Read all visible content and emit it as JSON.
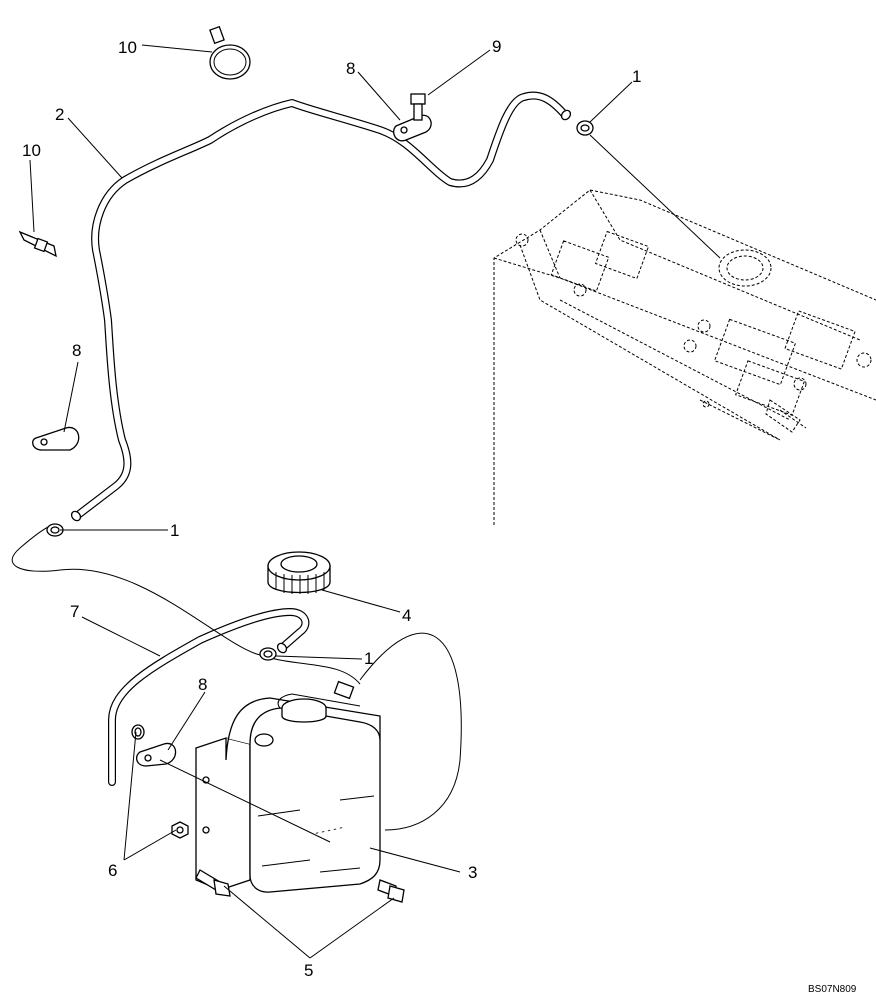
{
  "diagram": {
    "drawing_code": "BS07N809",
    "callouts": [
      {
        "id": "c10a",
        "text": "10"
      },
      {
        "id": "c9",
        "text": "9"
      },
      {
        "id": "c8a",
        "text": "8"
      },
      {
        "id": "c1a",
        "text": "1"
      },
      {
        "id": "c2",
        "text": "2"
      },
      {
        "id": "c10b",
        "text": "10"
      },
      {
        "id": "c8b",
        "text": "8"
      },
      {
        "id": "c1b",
        "text": "1"
      },
      {
        "id": "c4",
        "text": "4"
      },
      {
        "id": "c7",
        "text": "7"
      },
      {
        "id": "c1c",
        "text": "1"
      },
      {
        "id": "c8c",
        "text": "8"
      },
      {
        "id": "c6",
        "text": "6"
      },
      {
        "id": "c3",
        "text": "3"
      },
      {
        "id": "c5",
        "text": "5"
      }
    ]
  }
}
